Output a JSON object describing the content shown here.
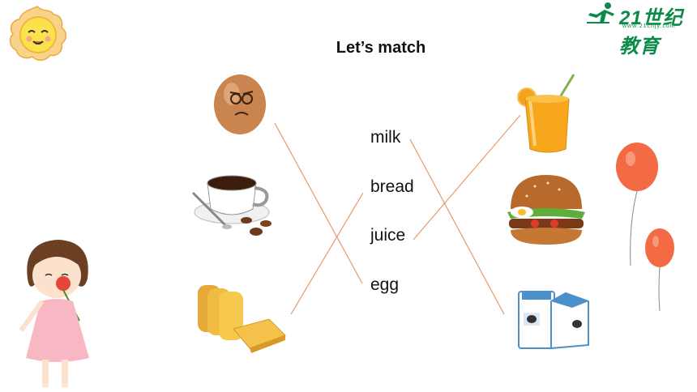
{
  "title": "Let’s match",
  "words": [
    "milk",
    "bread",
    "juice",
    "egg"
  ],
  "logo": {
    "main": "21世纪教育",
    "sub": "www.21cnjy.com"
  },
  "colors": {
    "line": "#e69a6a",
    "logo": "#0b8a49"
  }
}
